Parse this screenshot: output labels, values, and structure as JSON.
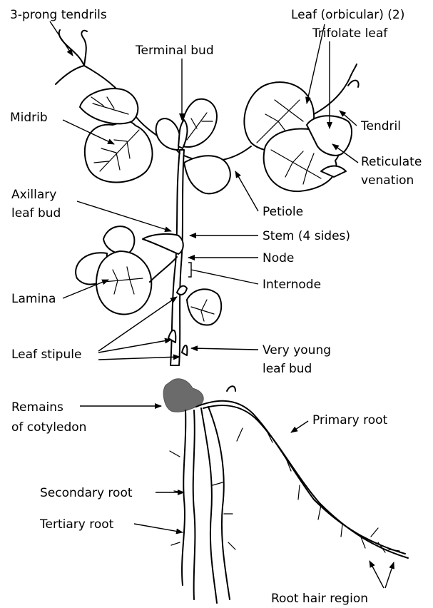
{
  "colors": {
    "line": "#000000",
    "cotyledon": "#6b6b6b",
    "background": "#ffffff"
  },
  "labels": {
    "prong_tendrils": "3-prong tendrils",
    "leaf_orbicular": "Leaf (orbicular) (2)",
    "trifolate_leaf": "Trifolate leaf",
    "terminal_bud": "Terminal bud",
    "midrib": "Midrib",
    "tendril": "Tendril",
    "reticulate_1": "Reticulate",
    "reticulate_2": "venation",
    "axillary_1": "Axillary",
    "axillary_2": "leaf bud",
    "petiole": "Petiole",
    "stem": "Stem (4 sides)",
    "node": "Node",
    "internode": "Internode",
    "lamina": "Lamina",
    "leaf_stipule": "Leaf stipule",
    "young_bud_1": "Very young",
    "young_bud_2": "leaf bud",
    "remains_1": "Remains",
    "remains_2": "of cotyledon",
    "primary_root": "Primary root",
    "secondary_root": "Secondary root",
    "tertiary_root": "Tertiary root",
    "root_hair": "Root hair region"
  }
}
